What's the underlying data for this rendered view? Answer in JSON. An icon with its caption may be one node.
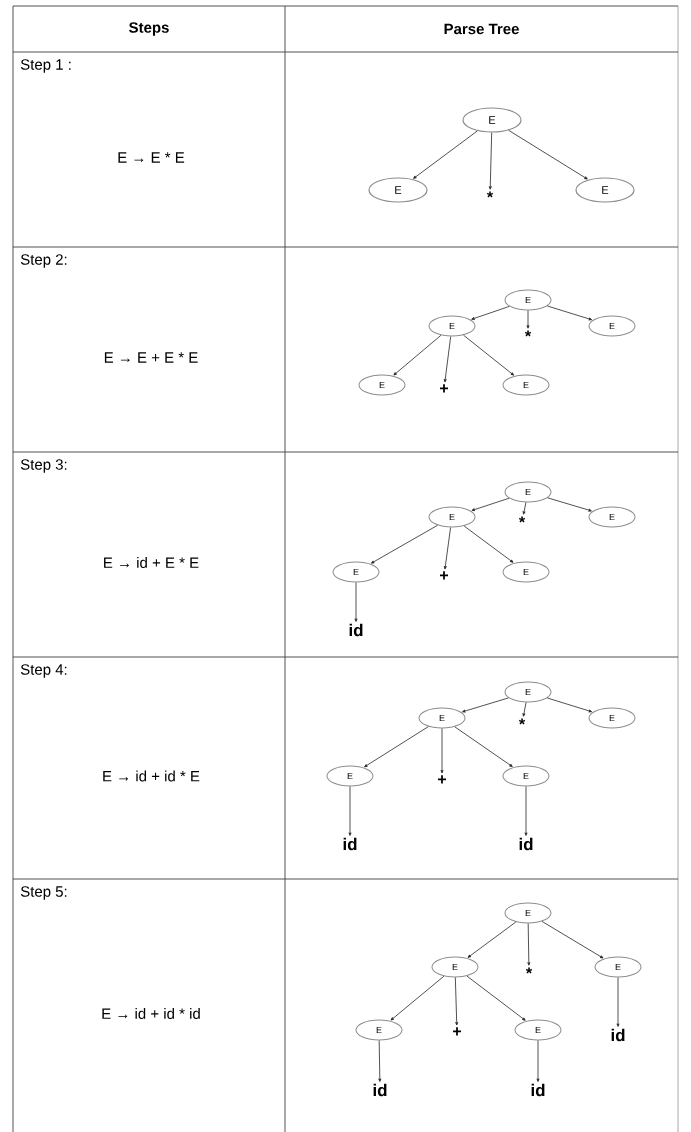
{
  "diagram": {
    "nodes": [
      {
        "text": [
          "E"
        ]
      },
      {
        "text": [
          "E"
        ]
      },
      {
        "text": [
          "*"
        ]
      },
      {
        "text": [
          "E"
        ]
      },
      {
        "text": [
          "E"
        ]
      },
      {
        "text": [
          "E"
        ]
      },
      {
        "text": [
          "*"
        ]
      },
      {
        "text": [
          "E"
        ]
      },
      {
        "text": [
          "E"
        ]
      },
      {
        "text": [
          "+"
        ]
      },
      {
        "text": [
          "E"
        ]
      },
      {
        "text": [
          "E"
        ]
      },
      {
        "text": [
          "E"
        ]
      },
      {
        "text": [
          "*"
        ]
      },
      {
        "text": [
          "E"
        ]
      },
      {
        "text": [
          "E"
        ]
      },
      {
        "text": [
          "+"
        ]
      },
      {
        "text": [
          "E"
        ]
      },
      {
        "text": [
          "id"
        ]
      },
      {
        "text": [
          "E"
        ]
      },
      {
        "text": [
          "E"
        ]
      },
      {
        "text": [
          "*"
        ]
      },
      {
        "text": [
          "E"
        ]
      },
      {
        "text": [
          "E"
        ]
      },
      {
        "text": [
          "+"
        ]
      },
      {
        "text": [
          "E"
        ]
      },
      {
        "text": [
          "id"
        ]
      },
      {
        "text": [
          "id"
        ]
      },
      {
        "text": [
          "E"
        ]
      },
      {
        "text": [
          "E"
        ]
      },
      {
        "text": [
          "*"
        ]
      },
      {
        "text": [
          "E"
        ]
      },
      {
        "text": [
          "E"
        ]
      },
      {
        "text": [
          "+"
        ]
      },
      {
        "text": [
          "E"
        ]
      },
      {
        "text": [
          "id"
        ]
      },
      {
        "text": [
          "id"
        ]
      },
      {
        "text": [
          "id"
        ]
      }
    ],
    "edges": [
      {
        "from": 0,
        "to": 1,
        "arrow": "to"
      },
      {
        "from": 0,
        "to": 2,
        "arrow": "to"
      },
      {
        "from": 0,
        "to": 3,
        "arrow": "to"
      },
      {
        "from": 4,
        "to": 5,
        "arrow": "to"
      },
      {
        "from": 4,
        "to": 6,
        "arrow": "to"
      },
      {
        "from": 4,
        "to": 7,
        "arrow": "to"
      },
      {
        "from": 5,
        "to": 8,
        "arrow": "to"
      },
      {
        "from": 5,
        "to": 9,
        "arrow": "to"
      },
      {
        "from": 5,
        "to": 10,
        "arrow": "to"
      },
      {
        "from": 11,
        "to": 12,
        "arrow": "to"
      },
      {
        "from": 11,
        "to": 13,
        "arrow": "to"
      },
      {
        "from": 11,
        "to": 14,
        "arrow": "to"
      },
      {
        "from": 12,
        "to": 15,
        "arrow": "to"
      },
      {
        "from": 12,
        "to": 16,
        "arrow": "to"
      },
      {
        "from": 12,
        "to": 17,
        "arrow": "to"
      },
      {
        "from": 15,
        "to": 18,
        "arrow": "to"
      },
      {
        "from": 19,
        "to": 20,
        "arrow": "to"
      },
      {
        "from": 19,
        "to": 21,
        "arrow": "to"
      },
      {
        "from": 19,
        "to": 22,
        "arrow": "to"
      },
      {
        "from": 20,
        "to": 23,
        "arrow": "to"
      },
      {
        "from": 20,
        "to": 24,
        "arrow": "to"
      },
      {
        "from": 20,
        "to": 25,
        "arrow": "to"
      },
      {
        "from": 23,
        "to": 26,
        "arrow": "to"
      },
      {
        "from": 25,
        "to": 27,
        "arrow": "to"
      },
      {
        "from": 28,
        "to": 29,
        "arrow": "to"
      },
      {
        "from": 28,
        "to": 30,
        "arrow": "to"
      },
      {
        "from": 28,
        "to": 31,
        "arrow": "to"
      },
      {
        "from": 29,
        "to": 32,
        "arrow": "to"
      },
      {
        "from": 29,
        "to": 33,
        "arrow": "to"
      },
      {
        "from": 29,
        "to": 34,
        "arrow": "to"
      },
      {
        "from": 31,
        "to": 35,
        "arrow": "to"
      },
      {
        "from": 32,
        "to": 36,
        "arrow": "to"
      },
      {
        "from": 34,
        "to": 37,
        "arrow": "to"
      }
    ],
    "labels": [
      "Steps",
      "Parse Tree",
      "Step 1 :",
      "E → E * E",
      "Step 2:",
      "E → E + E * E",
      "Step 3:",
      "E → id + E * E",
      "Step 4:",
      "E → id + id * E",
      "Step 5:",
      "E → id + id * id"
    ]
  }
}
